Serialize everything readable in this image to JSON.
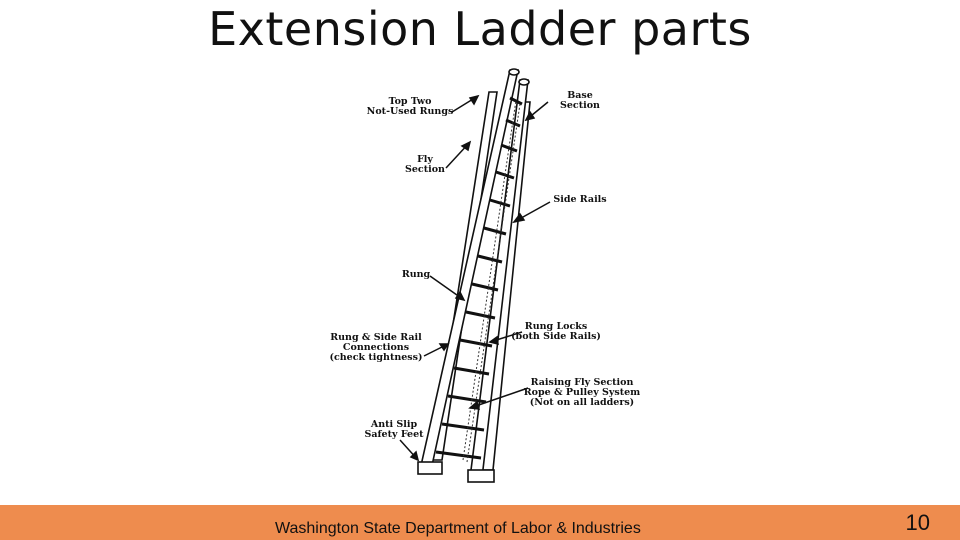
{
  "slide": {
    "title": "Extension Ladder parts",
    "footer": "Washington State Department of Labor & Industries",
    "page_number": "10"
  },
  "labels": {
    "top_two": "Top Two\nNot-Used Rungs",
    "base_section": "Base\nSection",
    "fly_section": "Fly\nSection",
    "side_rails": "Side Rails",
    "rung": "Rung",
    "rung_side_rail": "Rung & Side Rail\nConnections\n(check tightness)",
    "rung_locks": "Rung Locks\n(both Side Rails)",
    "raising_fly": "Raising Fly Section\nRope & Pulley System\n(Not on all ladders)",
    "anti_slip": "Anti Slip\nSafety Feet"
  },
  "colors": {
    "footer_bg": "#ee8c4e"
  }
}
